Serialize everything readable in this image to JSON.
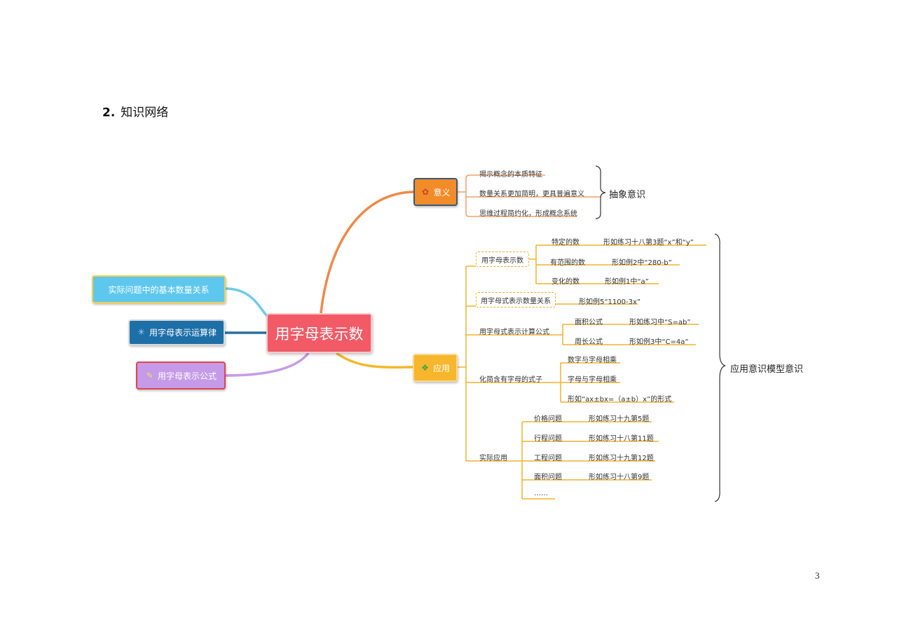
{
  "heading": {
    "number": "2.",
    "title": "知识网络"
  },
  "page_number": "3",
  "center": "用字母表示数",
  "left_branches": [
    {
      "label": "实际问题中的基本数量关系"
    },
    {
      "label": "用字母表示运算律",
      "icon": "atom-icon"
    },
    {
      "label": "用字母表示公式",
      "icon": "pin-icon"
    }
  ],
  "meaning": {
    "label": "意义",
    "icon": "brain-icon",
    "leaves": [
      "揭示概念的本质特征",
      "数量关系更加简明，更具普遍意义",
      "思维过程简约化，形成概念系统"
    ],
    "summary": "抽象意识"
  },
  "apply": {
    "label": "应用",
    "icon": "gift-icon",
    "summary": "应用意识模型意识",
    "num_repr": {
      "label": "用字母表示数",
      "items": [
        {
          "label": "特定的数",
          "example": "形如练习十八第3题“x”和“y”"
        },
        {
          "label": "有范围的数",
          "example": "形如例2中“280-b”"
        },
        {
          "label": "变化的数",
          "example": "形如例1中“a”"
        }
      ]
    },
    "expr_repr": {
      "label": "用字母式表示数量关系",
      "example": "形如例5“1100-3x”"
    },
    "formula_repr": {
      "label": "用字母式表示计算公式",
      "items": [
        {
          "label": "面积公式",
          "example": "形如练习中“S=ab”"
        },
        {
          "label": "周长公式",
          "example": "形如例3中“C=4a”"
        }
      ]
    },
    "simplify": {
      "label": "化简含有字母的式子",
      "items": [
        "数字与字母相乘",
        "字母与字母相乘",
        "形如“ax±bx=（a±b）x”的形式"
      ]
    },
    "practical": {
      "label": "实际应用",
      "items": [
        {
          "label": "价格问题",
          "example": "形如练习十九第5题"
        },
        {
          "label": "行程问题",
          "example": "形如练习十八第11题"
        },
        {
          "label": "工程问题",
          "example": "形如练习十九第12题"
        },
        {
          "label": "面积问题",
          "example": "形如练习十八第9题"
        },
        {
          "label": "……",
          "example": ""
        }
      ]
    }
  },
  "colors": {
    "center": "#f25a66",
    "meaning": "#f28c28",
    "apply": "#f7b62b",
    "basic": "#5ec7ee",
    "law": "#1d6fa8",
    "formula": "#c59ae8",
    "leaf_line": "#f0b22e"
  }
}
